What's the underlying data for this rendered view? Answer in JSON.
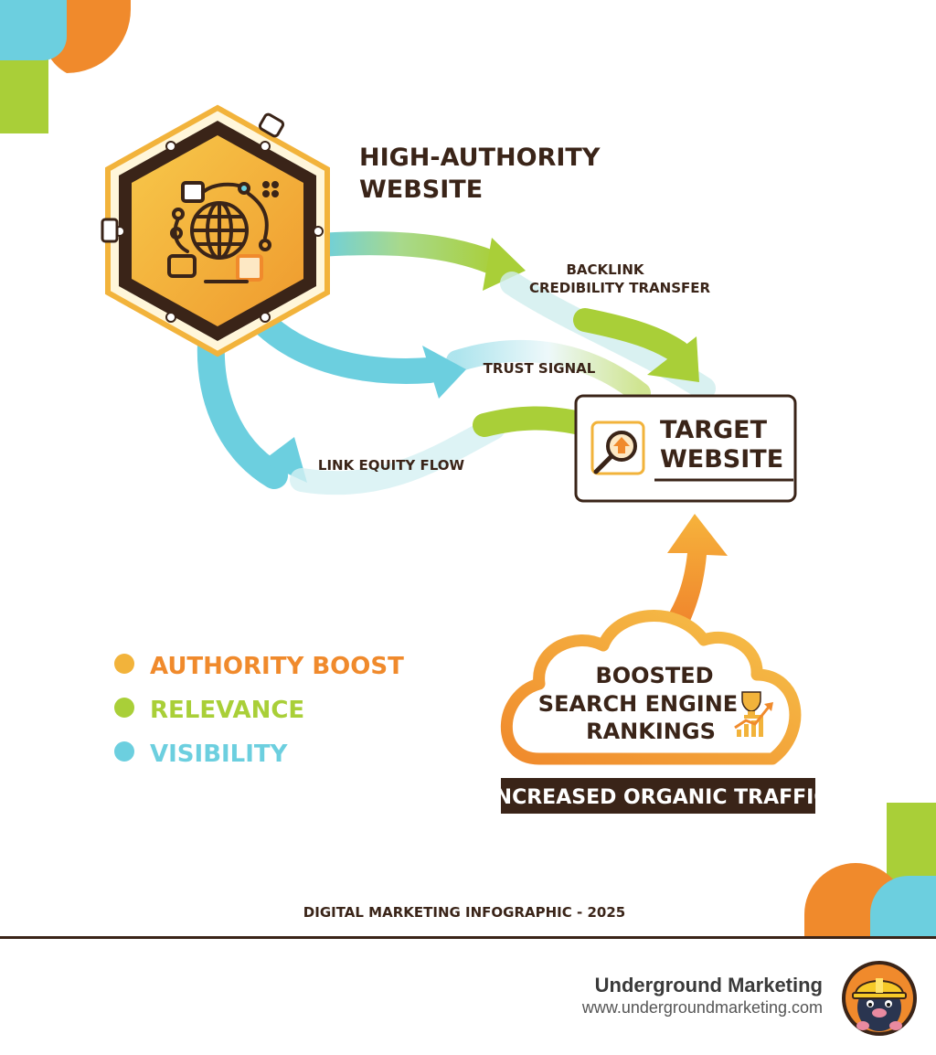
{
  "colors": {
    "orange": "#f08a2c",
    "gold": "#f2b33b",
    "green": "#a9cf38",
    "blue": "#6ccfdf",
    "dark_brown": "#3a2418",
    "white": "#ffffff"
  },
  "nodes": {
    "source_title_line1": "HIGH-AUTHORITY",
    "source_title_line2": "WEBSITE",
    "target_title_line1": "TARGET",
    "target_title_line2": "WEBSITE",
    "rankings_line1": "BOOSTED",
    "rankings_line2": "SEARCH ENGINE",
    "rankings_line3": "RANKINGS",
    "traffic_banner": "INCREASED ORGANIC TRAFFIC"
  },
  "flows": {
    "backlink_line1": "BACKLINK",
    "backlink_line2": "CREDIBILITY TRANSFER",
    "trust": "TRUST SIGNAL",
    "equity": "LINK EQUITY FLOW"
  },
  "legend": {
    "items": [
      {
        "label": "AUTHORITY BOOST",
        "color": "#f08a2c",
        "dot": "#f2b33b"
      },
      {
        "label": "RELEVANCE",
        "color": "#a9cf38",
        "dot": "#a9cf38"
      },
      {
        "label": "VISIBILITY",
        "color": "#6ccfdf",
        "dot": "#6ccfdf"
      }
    ]
  },
  "icons": {
    "source": "globe-network-icon",
    "target": "magnifier-upload-icon",
    "rankings": "trophy-growth-chart-icon",
    "mascot": "mole-hardhat-mascot"
  },
  "caption": "DIGITAL MARKETING INFOGRAPHIC - 2025",
  "footer": {
    "brand_name": "Underground Marketing",
    "brand_url": "www.undergroundmarketing.com"
  }
}
